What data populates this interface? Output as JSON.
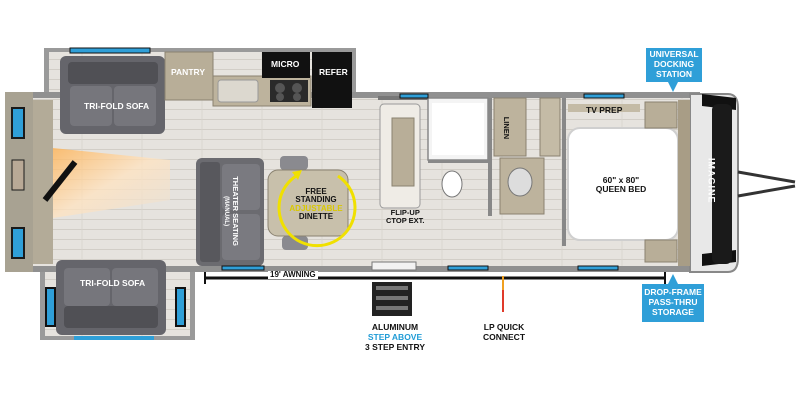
{
  "labels": {
    "pantry": "PANTRY",
    "micro": "MICRO",
    "refer": "REFER",
    "tri_fold_sofa_top": "TRI-FOLD SOFA",
    "tri_fold_sofa_bottom": "TRI-FOLD SOFA",
    "theater_seating": "THEATER SEATING",
    "theater_seating_sub": "(MANUAL)",
    "dinette_line1": "FREE",
    "dinette_line2": "STANDING",
    "dinette_line3": "ADJUSTABLE",
    "dinette_line4": "DINETTE",
    "flip_up_line1": "FLIP-UP",
    "flip_up_line2": "CTOP EXT.",
    "linen": "LINEN",
    "tv_prep": "TV PREP",
    "bed_size": "60\" x 80\"",
    "bed_name": "QUEEN BED",
    "awning": "19' AWNING",
    "brand": "IMAGINE"
  },
  "callouts": {
    "docking": [
      "UNIVERSAL",
      "DOCKING",
      "STATION"
    ],
    "storage": [
      "DROP-FRAME",
      "PASS-THRU",
      "STORAGE"
    ],
    "step": {
      "line1": "ALUMINUM",
      "line2": "STEP ABOVE",
      "line3": "3 STEP ENTRY"
    },
    "lp": {
      "line1": "LP QUICK",
      "line2": "CONNECT"
    }
  },
  "colors": {
    "wall": "#8f8f8f",
    "floor": "#e4e1dc",
    "sofa": "#6b6b70",
    "cabinet": "#b3a993",
    "appliance": "#111111",
    "accent_blue": "#2f9fd8",
    "dinette_arc": "#f0e000",
    "bed": "#ffffff"
  }
}
